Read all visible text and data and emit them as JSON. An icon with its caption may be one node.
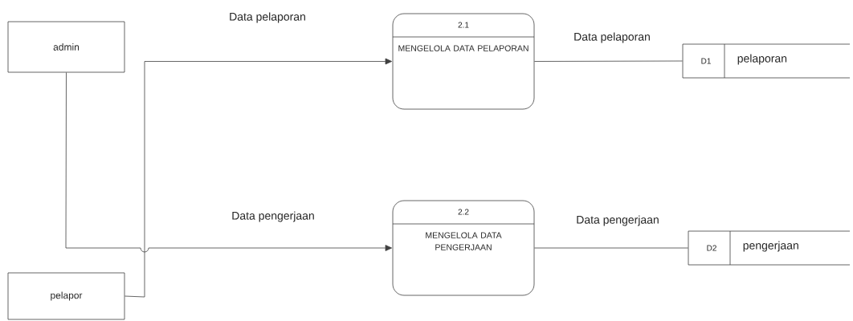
{
  "diagram": {
    "nodes": [
      {
        "text": [
          "admin"
        ]
      },
      {
        "text": [
          "pelapor"
        ]
      },
      {
        "text": [
          "2.1",
          "MENGELOLA DATA PELAPORAN"
        ]
      },
      {
        "text": [
          "2.2",
          "MENGELOLA DATA PENGERJAAN"
        ]
      },
      {
        "text": [
          "D1",
          "pelaporan"
        ]
      },
      {
        "text": [
          "D2",
          "pengerjaan"
        ]
      }
    ],
    "edges": [
      {
        "from": 1,
        "to": 2,
        "arrow": "to",
        "label": "Data pelaporan"
      },
      {
        "from": 0,
        "to": 3,
        "arrow": "to",
        "label": "Data pengerjaan"
      },
      {
        "from": 2,
        "to": 4,
        "arrow": "none",
        "label": "Data pelaporan"
      },
      {
        "from": 3,
        "to": 5,
        "arrow": "none",
        "label": "Data pengerjaan"
      }
    ]
  }
}
